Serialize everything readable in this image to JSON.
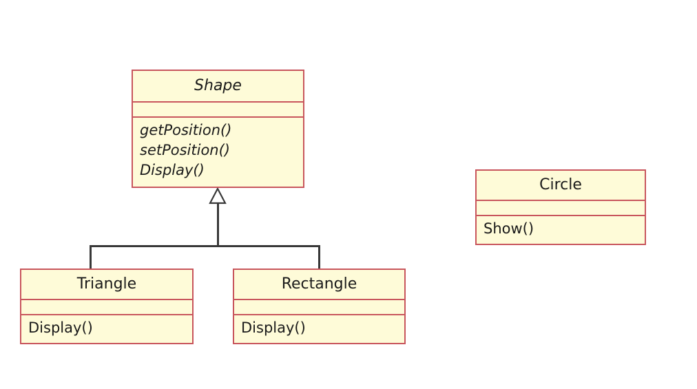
{
  "diagram": {
    "type": "uml-class-diagram",
    "colors": {
      "class_fill": "#fefbd8",
      "class_border": "#c8555c",
      "connector": "#383838",
      "arrow_fill": "#ffffff",
      "background": "#ffffff",
      "text": "#1a1a1a"
    },
    "classes": [
      {
        "id": "shape",
        "name": "Shape",
        "abstract": true,
        "attributes": [],
        "methods": [
          "getPosition()",
          "setPosition()",
          "Display()"
        ]
      },
      {
        "id": "triangle",
        "name": "Triangle",
        "abstract": false,
        "attributes": [],
        "methods": [
          "Display()"
        ]
      },
      {
        "id": "rectangle",
        "name": "Rectangle",
        "abstract": false,
        "attributes": [],
        "methods": [
          "Display()"
        ]
      },
      {
        "id": "circle",
        "name": "Circle",
        "abstract": false,
        "attributes": [],
        "methods": [
          "Show()"
        ]
      }
    ],
    "relationships": [
      {
        "type": "generalization",
        "from": "triangle",
        "to": "shape"
      },
      {
        "type": "generalization",
        "from": "rectangle",
        "to": "shape"
      }
    ]
  }
}
